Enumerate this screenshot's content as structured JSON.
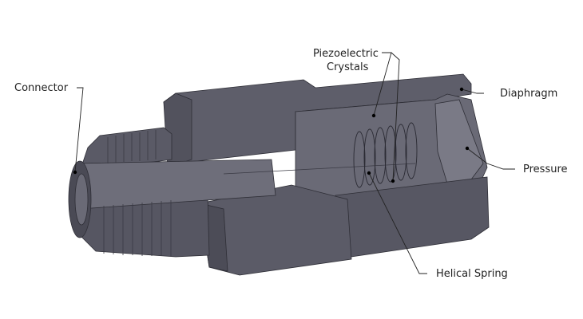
{
  "labels": {
    "connector": "Connector",
    "piezo_line1": "Piezoelectric",
    "piezo_line2": "Crystals",
    "diaphragm": "Diaphragm",
    "pressure": "Pressure",
    "helical_spring": "Helical Spring"
  },
  "colors": {
    "body": "#5e5e6a",
    "dark": "#45454f",
    "light": "#74747f",
    "line": "#222222"
  }
}
